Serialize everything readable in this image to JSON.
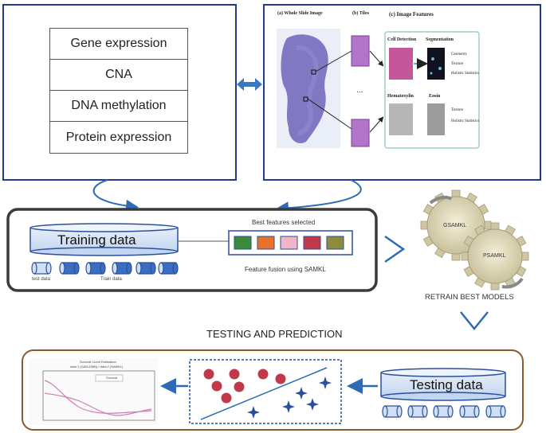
{
  "omics": [
    "Gene expression",
    "CNA",
    "DNA methylation",
    "Protein expression"
  ],
  "histo": {
    "wsi_label": "(a) Whole Slide Image",
    "tiles_label": "(b) Tiles",
    "features_label": "(c) Image Features",
    "cell_detection": "Cell Detection",
    "segmentation": "Segmentation",
    "seg_features": [
      "Geometry",
      "Texture",
      "Holistic Statistics"
    ],
    "hematoxylin": "Hematoxylin",
    "eosin": "Eosin",
    "stain_features": [
      "Texture",
      "Holistic Statistics"
    ],
    "ellipsis": "..."
  },
  "training": {
    "title": "Training data",
    "best_features": "Best features selected",
    "fusion": "Feature fusion using SAMKL",
    "test_label": "test data",
    "train_label": "Train data",
    "feature_colors": [
      "#3a8c3a",
      "#e8722c",
      "#f0b6c6",
      "#c0394b",
      "#8c8c3a"
    ]
  },
  "gears": {
    "gear1": "GSAMKL",
    "gear2": "PSAMKL",
    "caption": "RETRAIN BEST MODELS"
  },
  "testing_heading": "TESTING AND PREDICTION",
  "testing": {
    "title": "Testing data"
  },
  "mini_chart": {
    "title": "Survival Curve Estimation",
    "subtitle": "data 1 (GAM-DMN) / data 2 (SAMKL)",
    "legend": "Survival"
  },
  "colors": {
    "navy": "#1f3c88",
    "arrow": "#2e6bb5",
    "frame_brown": "#8b5a2b",
    "cylinder_fill": "#cfe0f5",
    "cylinder_stroke": "#2c4f9c"
  }
}
